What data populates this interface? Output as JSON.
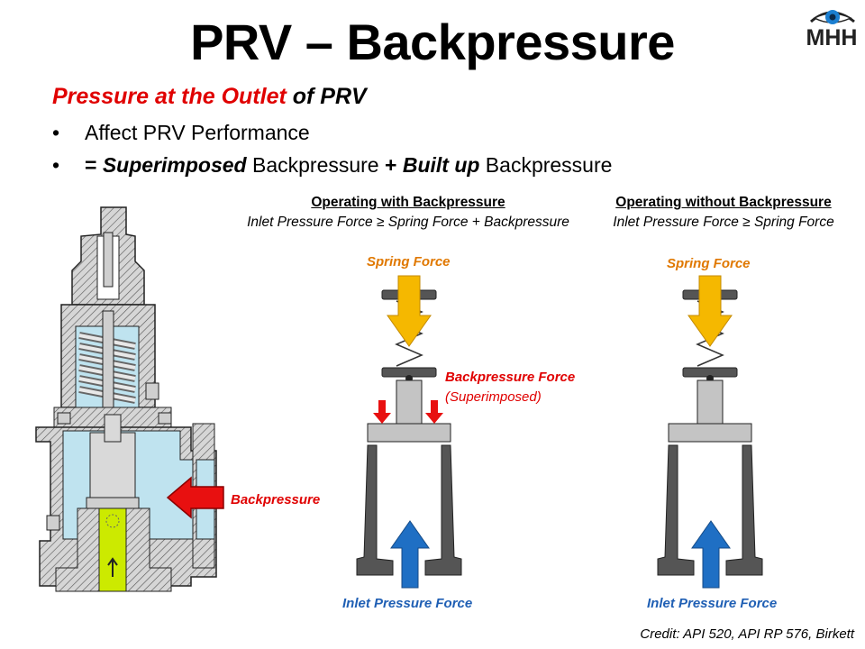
{
  "slide": {
    "title": "PRV – Backpressure",
    "logo": "MHH",
    "subtitle_red": "Pressure at the Outlet",
    "subtitle_black": " of PRV",
    "bullets": {
      "b1": "Affect PRV Performance",
      "b2_pre": "= ",
      "b2_em1": "Superimposed",
      "b2_mid": " Backpressure ",
      "b2_plus": "+ ",
      "b2_em2": "Built up",
      "b2_end": " Backpressure"
    },
    "bullet_char": "•"
  },
  "diagram": {
    "with": {
      "heading": "Operating with Backpressure",
      "formula": "Inlet Pressure Force ≥ Spring Force + Backpressure",
      "spring_label": "Spring Force",
      "back_label": "Backpressure Force",
      "back_sub": "(Superimposed)",
      "inlet_label": "Inlet Pressure Force"
    },
    "without": {
      "heading": "Operating without Backpressure",
      "formula": "Inlet Pressure Force ≥ Spring Force",
      "spring_label": "Spring Force",
      "inlet_label": "Inlet Pressure Force"
    },
    "cutaway_label": "Backpressure"
  },
  "credit": "Credit: API 520, API RP 576, Birkett",
  "colors": {
    "red": "#e00000",
    "orange": "#e07800",
    "yellow_arrow": "#f5b800",
    "blue_arrow": "#1f6fc4",
    "valve_gray": "#b8b8b8",
    "fluid_blue": "#bfe3ef",
    "disc_green": "#ccea00"
  }
}
